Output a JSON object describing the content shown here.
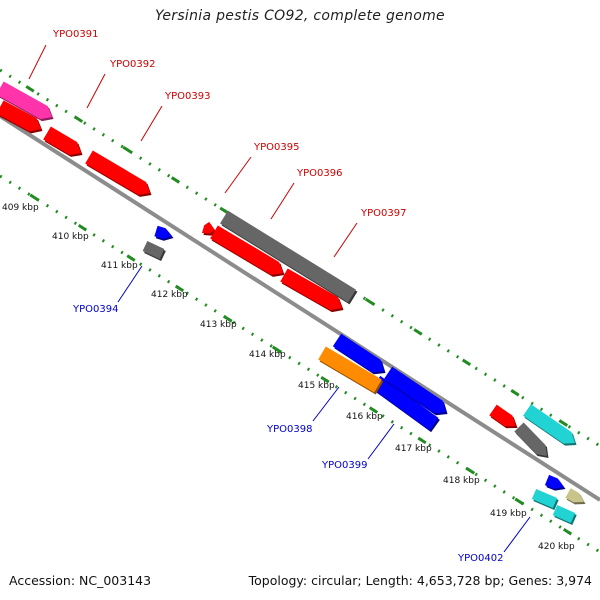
{
  "title": "Yersinia pestis CO92, complete genome",
  "footer": {
    "accession": "Accession: NC_003143",
    "stats": "Topology: circular; Length: 4,653,728 bp; Genes: 3,974"
  },
  "colors": {
    "backbone": "#8c8c8c",
    "tick": "#228b22",
    "label_top": "#cc0000",
    "label_bottom": "#0000cc",
    "red": "#ff0000",
    "magenta": "#ff33aa",
    "blue": "#0000ff",
    "gray": "#666666",
    "khaki": "#c8c48a",
    "orange": "#ff8c00",
    "cyan": "#22d3d3"
  },
  "kbp_labels": [
    "409 kbp",
    "410 kbp",
    "411 kbp",
    "412 kbp",
    "413 kbp",
    "414 kbp",
    "415 kbp",
    "416 kbp",
    "417 kbp",
    "418 kbp",
    "419 kbp",
    "420 kbp"
  ],
  "gene_labels_top": [
    "YPO0391",
    "YPO0392",
    "YPO0393",
    "YPO0395",
    "YPO0396",
    "YPO0397"
  ],
  "gene_labels_bottom": [
    "YPO0394",
    "YPO0398",
    "YPO0399",
    "YPO0402"
  ],
  "features": [
    {
      "name": "feature-magenta-1",
      "color": "magenta"
    },
    {
      "name": "feature-red-1",
      "color": "red"
    },
    {
      "name": "feature-red-2",
      "color": "red"
    },
    {
      "name": "feature-red-3",
      "color": "red"
    },
    {
      "name": "feature-red-4",
      "color": "red"
    },
    {
      "name": "feature-red-5",
      "color": "red"
    },
    {
      "name": "feature-red-6",
      "color": "red"
    },
    {
      "name": "feature-red-7",
      "color": "red"
    },
    {
      "name": "feature-gray-1",
      "color": "gray"
    },
    {
      "name": "feature-gray-2",
      "color": "gray"
    },
    {
      "name": "feature-gray-3",
      "color": "gray"
    },
    {
      "name": "feature-blue-1",
      "color": "blue"
    },
    {
      "name": "feature-blue-2",
      "color": "blue"
    },
    {
      "name": "feature-blue-3",
      "color": "blue"
    },
    {
      "name": "feature-blue-4",
      "color": "blue"
    },
    {
      "name": "feature-blue-5",
      "color": "blue"
    },
    {
      "name": "feature-khaki-1",
      "color": "khaki"
    },
    {
      "name": "feature-orange-1",
      "color": "orange"
    },
    {
      "name": "feature-cyan-1",
      "color": "cyan"
    },
    {
      "name": "feature-cyan-2",
      "color": "cyan"
    },
    {
      "name": "feature-cyan-3",
      "color": "cyan"
    }
  ]
}
